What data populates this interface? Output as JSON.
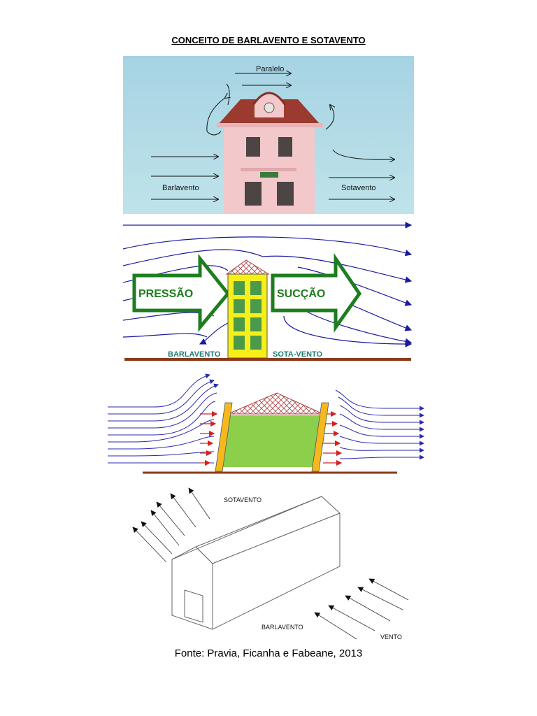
{
  "document": {
    "title": "CONCEITO DE BARLAVENTO E SOTAVENTO",
    "source_caption": "Fonte: Pravia, Ficanha e Fabeane, 2013"
  },
  "figure1": {
    "label_top": "Paralelo",
    "label_left": "Barlavento",
    "label_right": "Sotavento",
    "colors": {
      "sky": "#a9d8e3",
      "facade": "#f2c6c8",
      "roof": "#9c3a2e"
    }
  },
  "figure2": {
    "label_pressure": "PRESSÃO",
    "label_suction": "SUCÇÃO",
    "label_windward": "BARLAVENTO",
    "label_leeward": "SOTA-VENTO",
    "colors": {
      "flow": "#1a1aa0",
      "arrow": "#1e7d1e",
      "building": "#f7ef1a",
      "ground": "#8b3a1a"
    }
  },
  "figure3": {
    "colors": {
      "flow": "#2a2ab0",
      "pressure": "#d42020",
      "block": "#8ccf4a",
      "wall": "#f5b81e",
      "ground": "#8b3a1a"
    }
  },
  "figure4": {
    "label_leeward": "SOTAVENTO",
    "label_windward": "BARLAVENTO",
    "label_wind": "VENTO"
  }
}
